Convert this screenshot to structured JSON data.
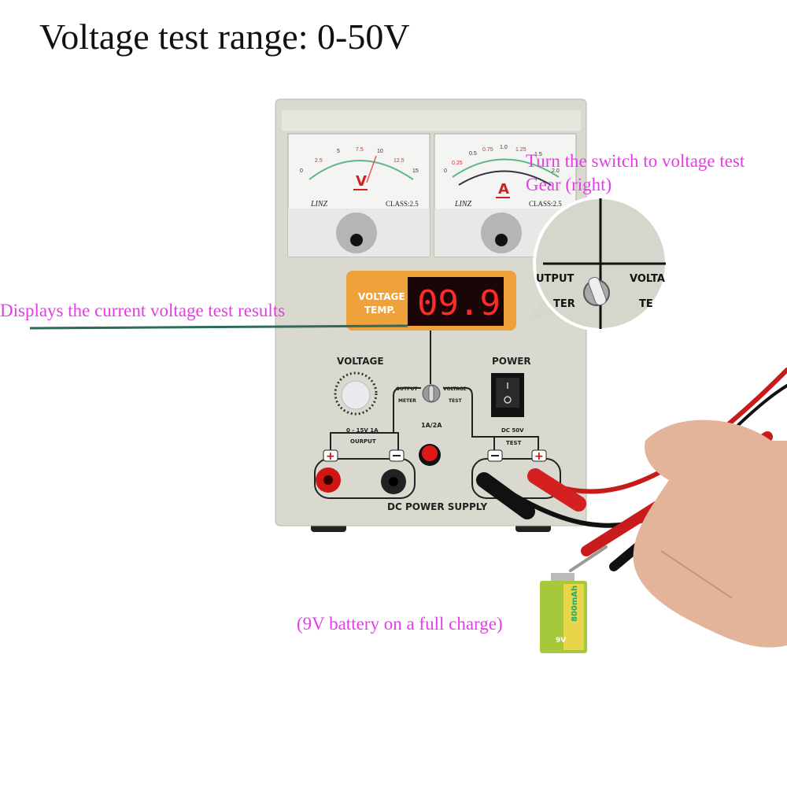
{
  "title": "Voltage test range: 0-50V",
  "annotations": {
    "switch_line1": "Turn the switch to voltage test",
    "switch_line2": "Gear (right)",
    "display": "Displays the current voltage test results",
    "battery": "(9V battery on a full charge)"
  },
  "colors": {
    "annotation": "#e33ee6",
    "panel": "#dcdcd2",
    "display_frame": "#f0a23a",
    "led": "#ff2a2a"
  },
  "device": {
    "voltmeter": {
      "unit": "V",
      "ticks": [
        "0",
        "2.5",
        "5",
        "7.5",
        "10",
        "12.5",
        "15"
      ],
      "brand": "LINZ",
      "class": "CLASS:2.5"
    },
    "ammeter": {
      "unit": "A",
      "ticks": [
        "0",
        "0.25",
        "0.5",
        "0.75",
        "1.0",
        "1.25",
        "1.5",
        "2.0"
      ],
      "brand": "LINZ",
      "class": "CLASS:2.5"
    },
    "display_label_1": "VOLTAGE",
    "display_label_2": "TEMP.",
    "display_value": "09.9",
    "voltage_label": "VOLTAGE",
    "power_label": "POWER",
    "switch_left_1": "OUTPUT",
    "switch_left_2": "METER",
    "switch_right_1": "VOLTAGE",
    "switch_right_2": "TEST",
    "range_button_label": "1A/2A",
    "output_label_1": "0 - 15V   1A",
    "output_label_2": "OURPUT",
    "test_label_1": "DC 50V",
    "test_label_2": "TEST",
    "footer": "DC POWER SUPPLY",
    "zoom_left": "UTPUT",
    "zoom_left_2": "TER",
    "zoom_right": "VOLTA",
    "zoom_right_2": "TE"
  },
  "battery": {
    "label": "800mAh",
    "voltage": "9V"
  }
}
